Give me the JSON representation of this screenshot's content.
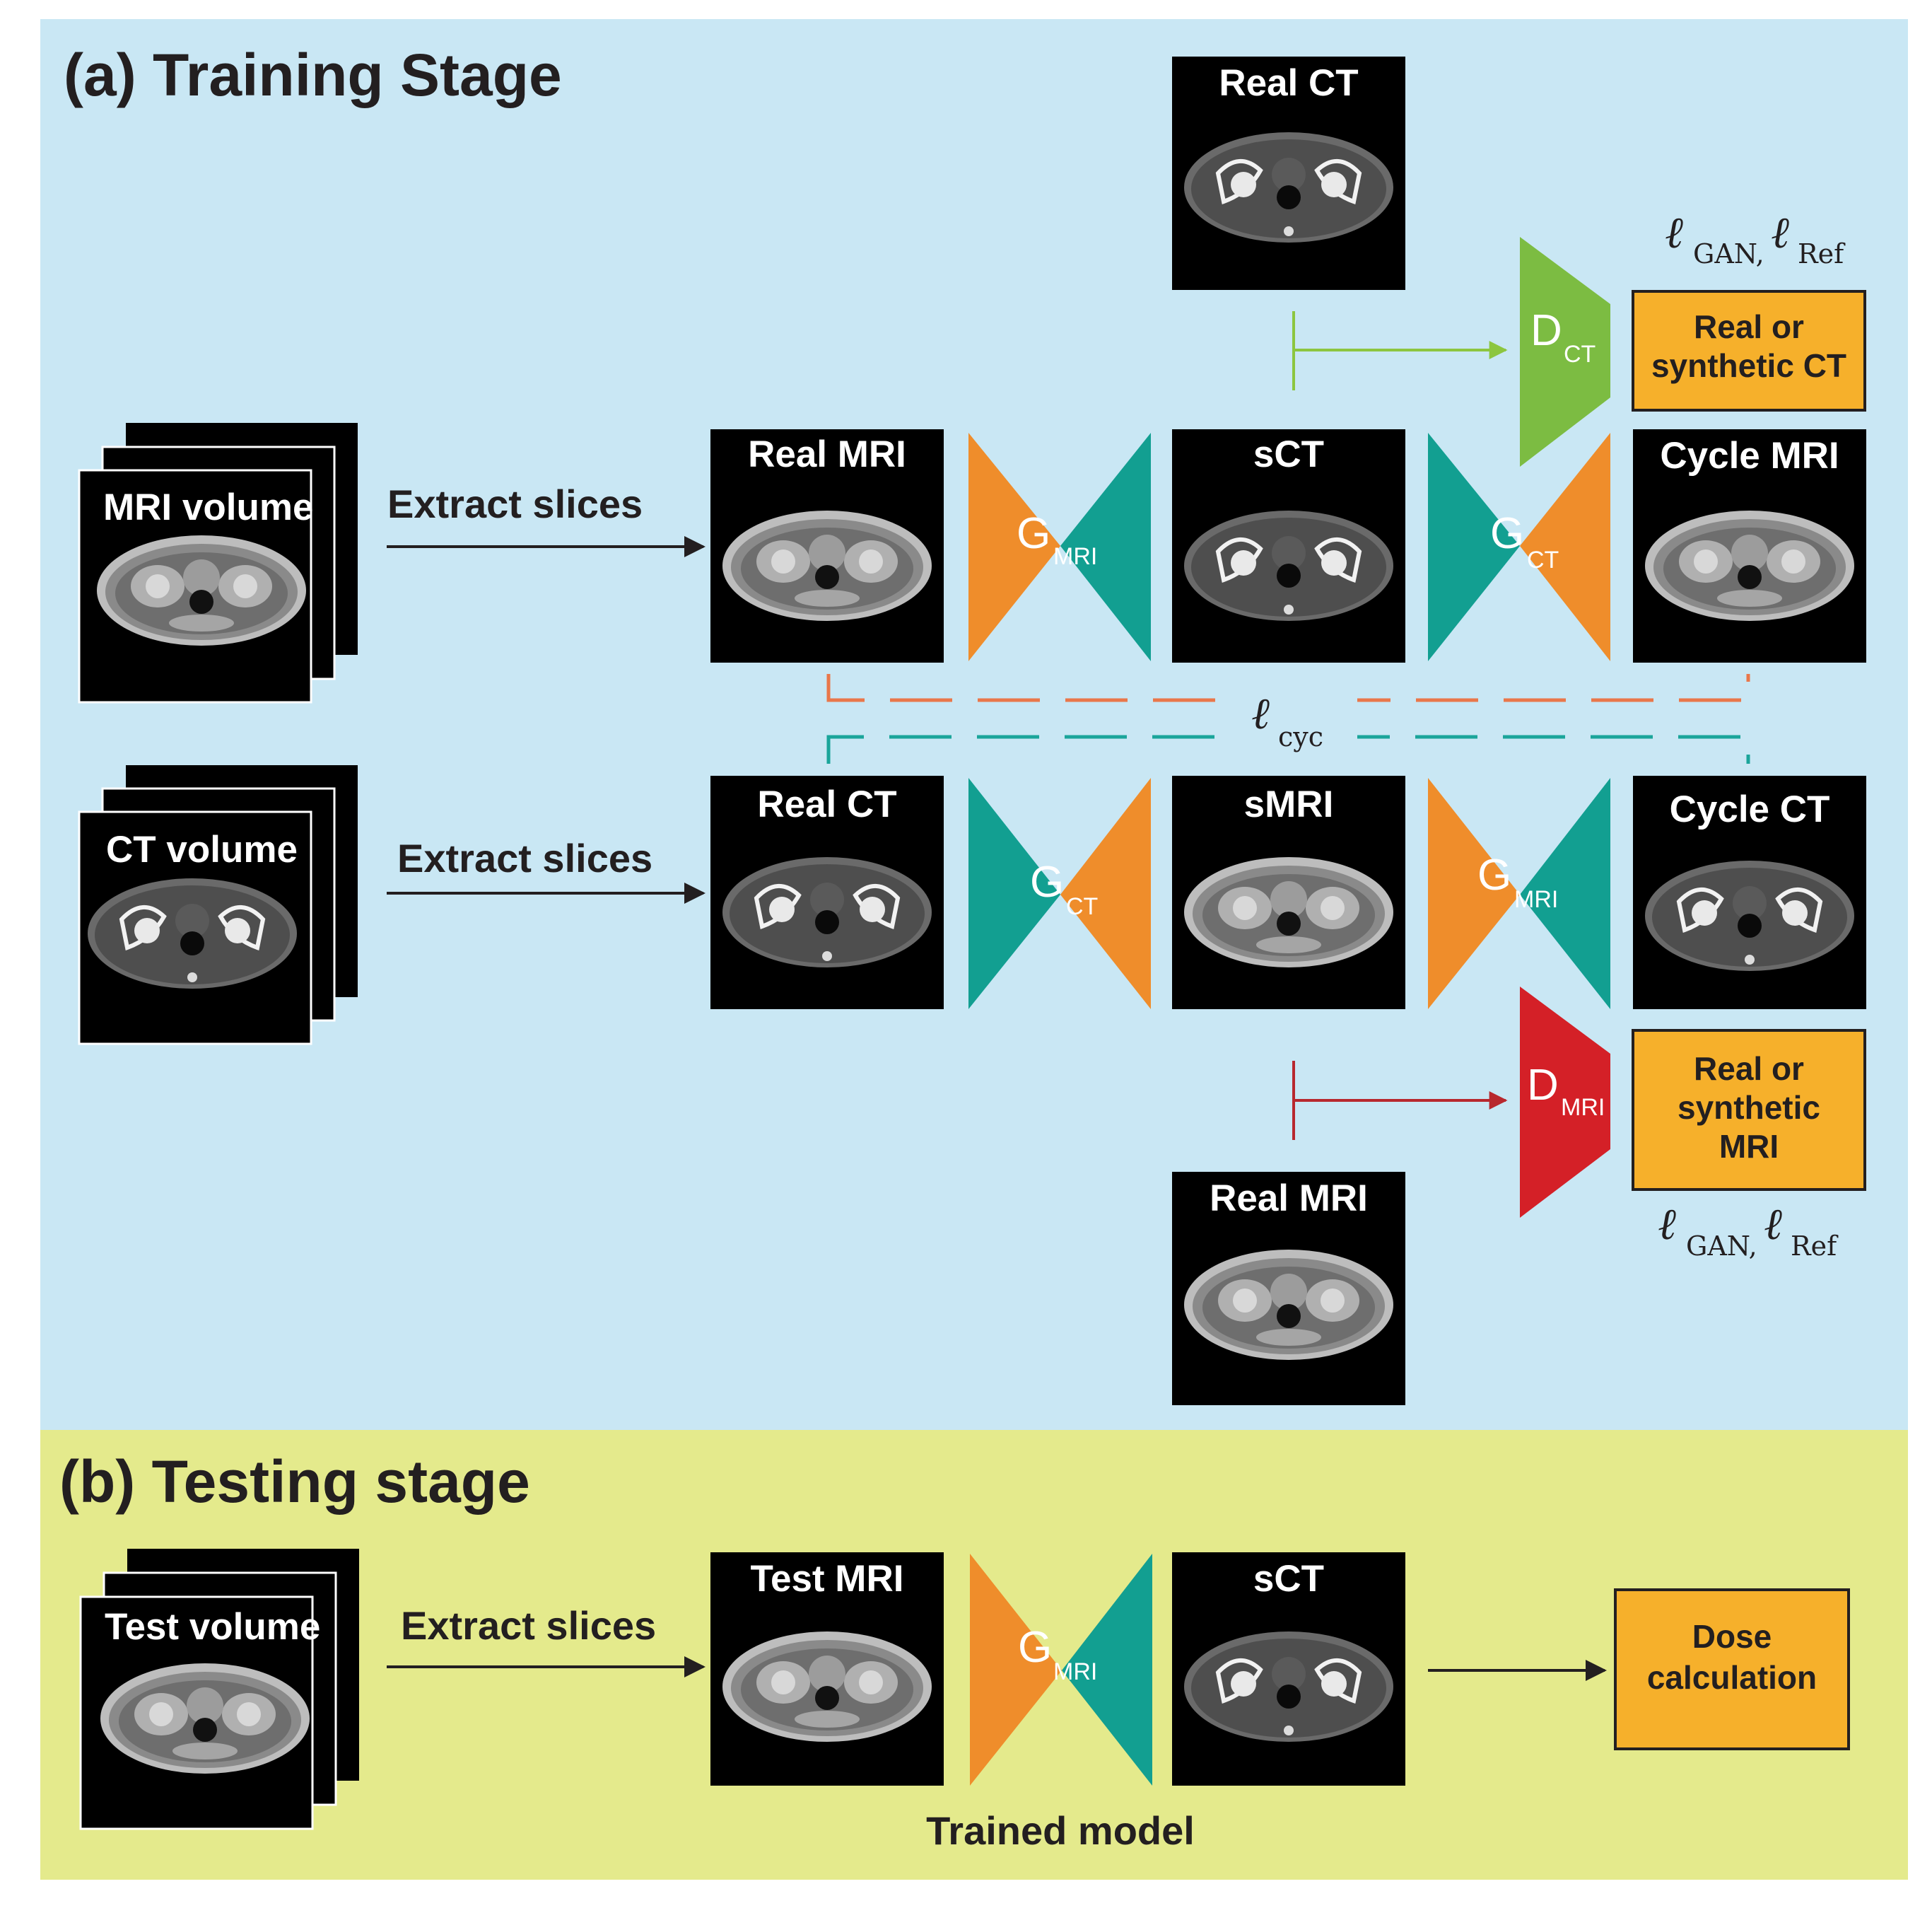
{
  "training": {
    "title": "(a) Training Stage",
    "bg": "#c9e7f4",
    "mri_volume_label": "MRI volume",
    "ct_volume_label": "CT volume",
    "extract_slices_1": "Extract slices",
    "extract_slices_2": "Extract slices",
    "real_mri_label": "Real MRI",
    "sct_label": "sCT",
    "cycle_mri_label": "Cycle MRI",
    "real_ct_label": "Real CT",
    "smri_label": "sMRI",
    "cycle_ct_label": "Cycle CT",
    "top_real_ct_label": "Real CT",
    "bottom_real_mri_label": "Real MRI",
    "g_mri_1": {
      "main": "G",
      "sub": "MRI"
    },
    "g_ct_1": {
      "main": "G",
      "sub": "CT"
    },
    "g_ct_2": {
      "main": "G",
      "sub": "CT"
    },
    "g_mri_2": {
      "main": "G",
      "sub": "MRI"
    },
    "d_ct": {
      "main": "D",
      "sub": "CT"
    },
    "d_mri": {
      "main": "D",
      "sub": "MRI"
    },
    "real_or_synthetic_ct": [
      "Real or",
      "synthetic CT"
    ],
    "real_or_synthetic_mri": [
      "Real or",
      "synthetic",
      "MRI"
    ],
    "loss_top": {
      "ell": "ℓ",
      "gan": "GAN,",
      "ref": "Ref"
    },
    "loss_bottom": {
      "ell": "ℓ",
      "gan": "GAN,",
      "ref": "Ref"
    },
    "loss_cyc": {
      "ell": "ℓ",
      "sub": "cyc"
    }
  },
  "testing": {
    "title": "(b) Testing stage",
    "bg": "#e4ea8c",
    "test_volume_label": "Test volume",
    "extract_slices": "Extract slices",
    "test_mri_label": "Test MRI",
    "sct_label": "sCT",
    "g_mri": {
      "main": "G",
      "sub": "MRI"
    },
    "trained_model": "Trained model",
    "dose_calculation": [
      "Dose",
      "calculation"
    ]
  },
  "colors": {
    "orange": "#ef8d2b",
    "teal": "#129f91",
    "green": "#7cbc42",
    "red": "#d42027",
    "box": "#f6b02b",
    "cyc_orange": "#e9774a",
    "cyc_teal": "#1aa59a",
    "d_ct_arrow": "#8cc63f",
    "d_mri_arrow": "#b8282e"
  },
  "icons": [
    "pelvis-mri-slice-image",
    "pelvis-ct-slice-image",
    "stacked-volume-icon",
    "arrow-icon"
  ]
}
